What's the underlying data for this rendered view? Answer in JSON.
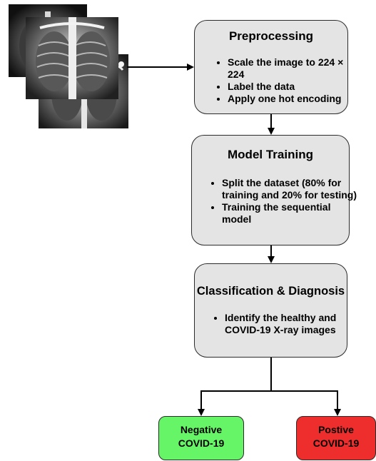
{
  "preprocessing": {
    "title": "Preprocessing",
    "bullets": [
      "Scale the image to 224 × 224",
      "Label the data",
      "Apply one hot encoding"
    ]
  },
  "model_training": {
    "title": "Model Training",
    "bullets": [
      "Split the dataset (80% for training and 20% for testing)",
      "Training the sequential model"
    ]
  },
  "classification": {
    "title": "Classification & Diagnosis",
    "bullets": [
      "Identify the healthy and COVID-19 X-ray images"
    ]
  },
  "outcomes": {
    "negative": {
      "line1": "Negative",
      "line2": "COVID-19",
      "color": "#66f566"
    },
    "positive": {
      "line1": "Postive",
      "line2": "COVID-19",
      "color": "#ee2d2d"
    }
  },
  "xray_stack": {
    "count": 3
  }
}
